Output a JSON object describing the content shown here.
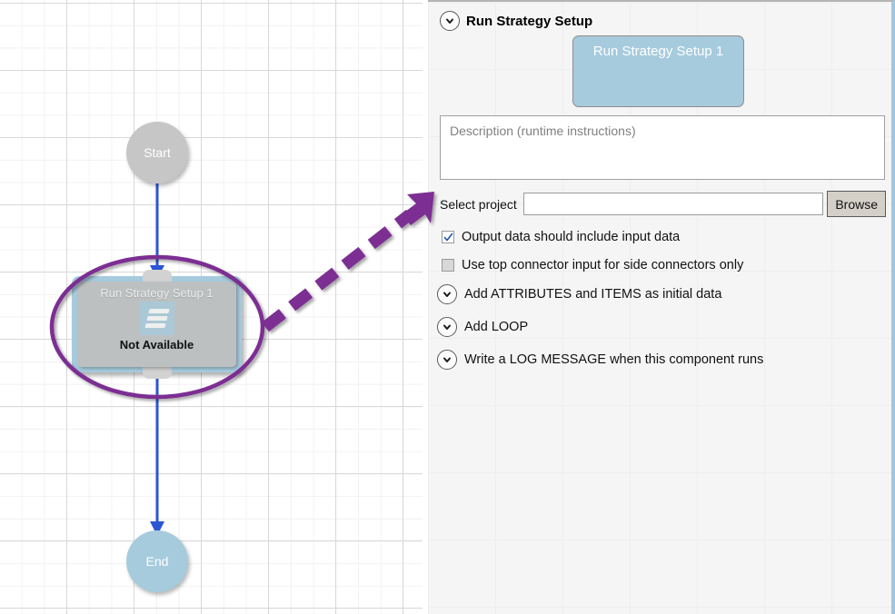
{
  "canvas": {
    "nodes": [
      {
        "name": "start",
        "label": "Start",
        "shape": "circle",
        "state": "disabled"
      },
      {
        "name": "component",
        "title": "Run Strategy Setup 1",
        "status": "Not Available",
        "icon": "list-lines-icon",
        "shape": "rounded-rect",
        "state": "not-available"
      },
      {
        "name": "end",
        "label": "End",
        "shape": "circle",
        "state": "enabled"
      }
    ],
    "connector_color": "#2c55d4",
    "highlight_color": "#7b2f93"
  },
  "annotation": {
    "ellipse_name": "component-node-highlight-ellipse",
    "arrow_name": "callout-arrow",
    "color": "#7b2f93"
  },
  "panel": {
    "header": {
      "label": "Run Strategy Setup",
      "toggle_icon": "chevron-down-circle-icon"
    },
    "title_card": {
      "label": "Run Strategy Setup 1",
      "color": "#a6cbdd"
    },
    "description": {
      "value": "",
      "placeholder": "Description (runtime instructions)"
    },
    "project": {
      "label": "Select project",
      "value": "",
      "placeholder": "",
      "browse_label": "Browse"
    },
    "checkboxes": [
      {
        "label": "Output data should include input data",
        "checked": true
      },
      {
        "label": "Use top connector input for side connectors only",
        "checked": false
      }
    ],
    "expanders": [
      {
        "label": "Add ATTRIBUTES and ITEMS as initial data",
        "icon": "chevron-down-circle-icon"
      },
      {
        "label": "Add LOOP",
        "icon": "chevron-down-circle-icon"
      },
      {
        "label": "Write a LOG MESSAGE when this component runs",
        "icon": "chevron-down-circle-icon"
      }
    ]
  }
}
